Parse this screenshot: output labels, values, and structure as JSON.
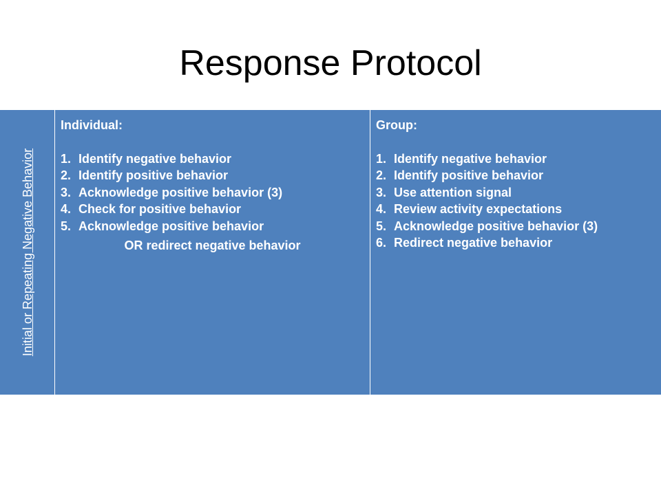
{
  "slide": {
    "title": "Response Protocol"
  },
  "table": {
    "row_header": "Initial or Repeating Negative Behavior",
    "individual": {
      "heading": "Individual:",
      "steps": [
        {
          "num": "1.",
          "text": "Identify negative behavior"
        },
        {
          "num": "2.",
          "text": "Identify positive behavior"
        },
        {
          "num": "3.",
          "text": "Acknowledge positive behavior (3)"
        },
        {
          "num": "4.",
          "text": "Check for positive behavior"
        },
        {
          "num": "5.",
          "text": "Acknowledge positive behavior"
        }
      ],
      "or_line": "OR redirect negative behavior"
    },
    "group": {
      "heading": "Group:",
      "steps": [
        {
          "num": "1.",
          "text": "Identify negative behavior"
        },
        {
          "num": "2.",
          "text": "Identify positive behavior"
        },
        {
          "num": "3.",
          "text": "Use attention signal"
        },
        {
          "num": "4.",
          "text": "Review activity expectations"
        },
        {
          "num": "5.",
          "text": "Acknowledge positive behavior (3)"
        },
        {
          "num": "6.",
          "text": "Redirect negative behavior"
        }
      ]
    }
  },
  "colors": {
    "cell_fill": "#4f81bd",
    "cell_text": "#ffffff",
    "title_text": "#000000"
  }
}
